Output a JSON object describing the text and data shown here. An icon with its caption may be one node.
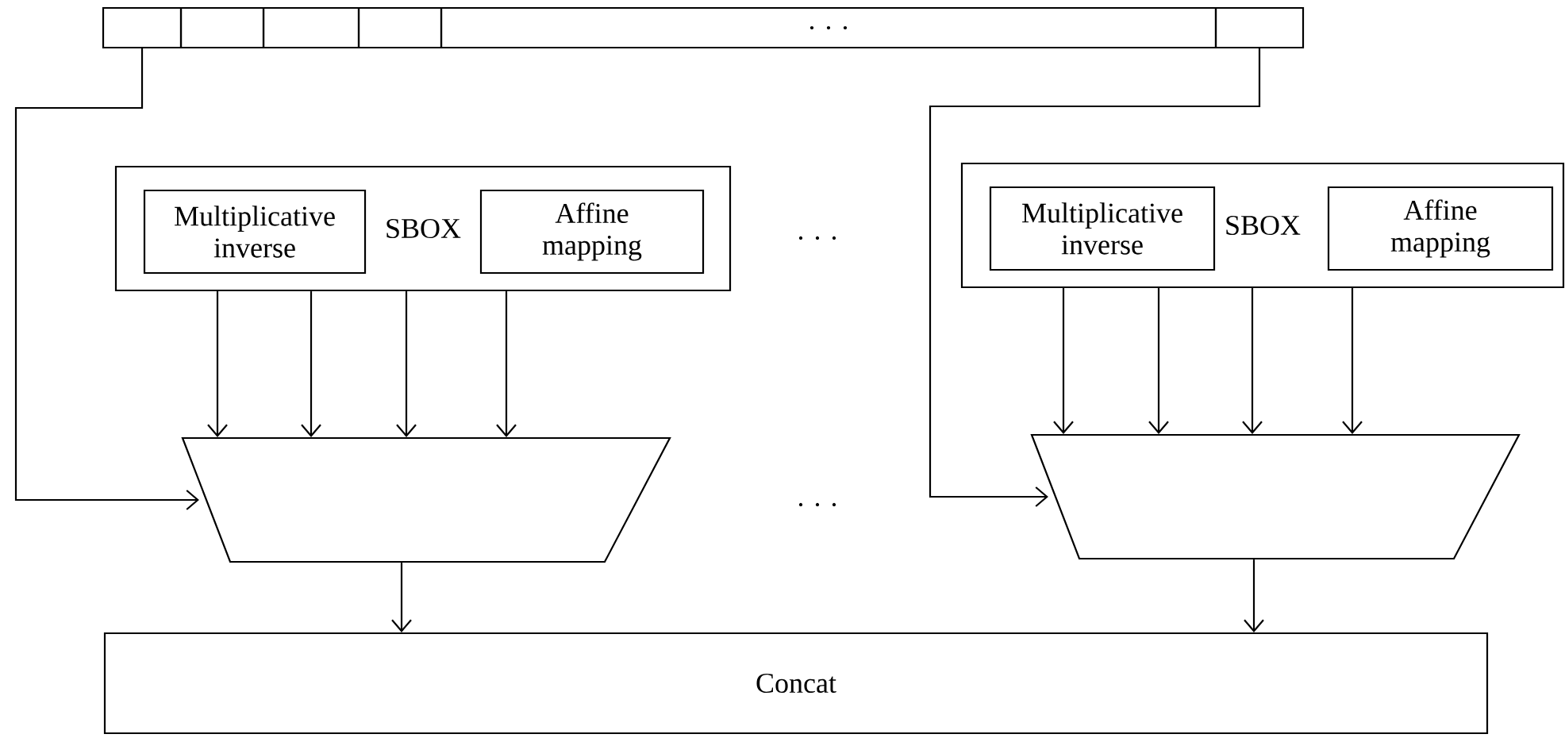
{
  "diagram": {
    "nodes": [
      {
        "text": [],
        "shape": "box"
      },
      {
        "text": [],
        "shape": "box"
      },
      {
        "text": [],
        "shape": "box"
      },
      {
        "text": [],
        "shape": "box"
      },
      {
        "text": [
          ". . ."
        ]
      },
      {
        "text": [],
        "shape": "box"
      },
      {
        "text": [
          "SBOX"
        ]
      },
      {
        "text": [
          "Multiplicative inverse"
        ],
        "in": 6
      },
      {
        "text": [
          "Affine mapping"
        ],
        "in": 6
      },
      {
        "text": [
          "SBOX"
        ]
      },
      {
        "text": [
          "Multiplicative inverse"
        ],
        "in": 9
      },
      {
        "text": [
          "Affine mapping"
        ],
        "in": 9
      },
      {
        "text": [],
        "shape": "trapezoid"
      },
      {
        "text": [],
        "shape": "trapezoid"
      },
      {
        "text": [
          "Concat"
        ]
      }
    ],
    "edges": [
      {
        "from": 0,
        "to": 12,
        "arrow": "to"
      },
      {
        "from": 5,
        "to": 13,
        "arrow": "to"
      },
      {
        "from": 6,
        "to": 12,
        "arrow": "to"
      },
      {
        "from": 6,
        "to": 12,
        "arrow": "to"
      },
      {
        "from": 6,
        "to": 12,
        "arrow": "to"
      },
      {
        "from": 6,
        "to": 12,
        "arrow": "to"
      },
      {
        "from": 9,
        "to": 13,
        "arrow": "to"
      },
      {
        "from": 9,
        "to": 13,
        "arrow": "to"
      },
      {
        "from": 9,
        "to": 13,
        "arrow": "to"
      },
      {
        "from": 9,
        "to": 13,
        "arrow": "to"
      },
      {
        "from": 12,
        "to": 14,
        "arrow": "to"
      },
      {
        "from": 13,
        "to": 14,
        "arrow": "to"
      }
    ],
    "labels": [
      ". . .",
      ". . ."
    ]
  }
}
